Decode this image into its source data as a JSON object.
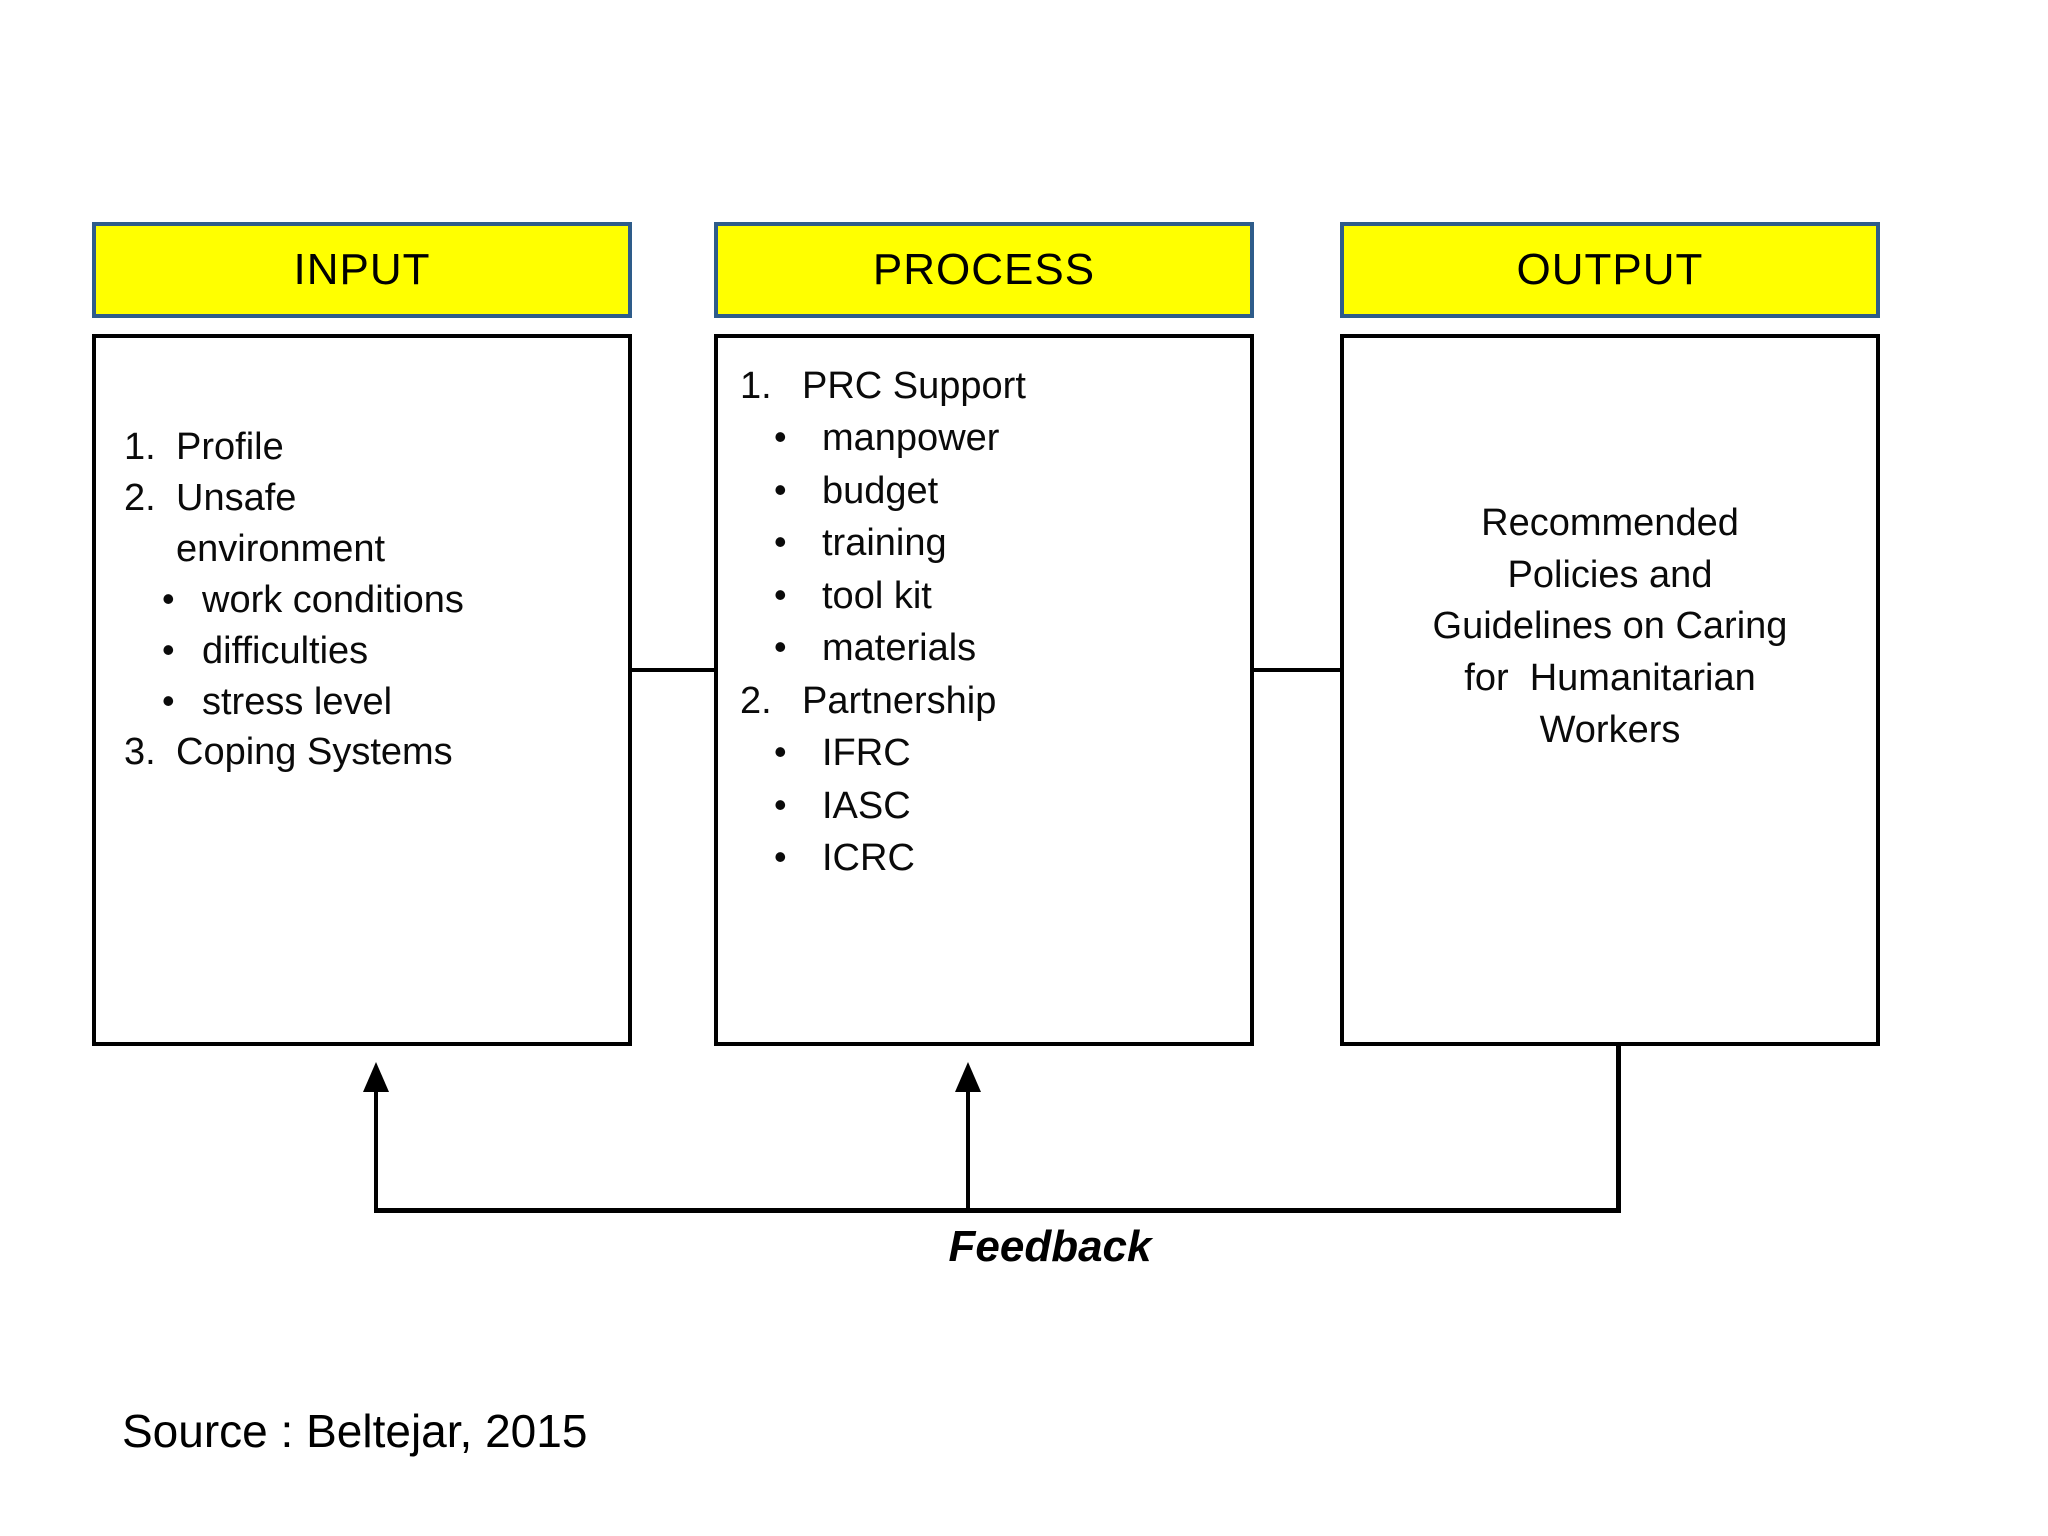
{
  "diagram": {
    "title_bar_color": "#FFFF00",
    "title_border_color": "#2E5C8A",
    "box_border_color": "#000000",
    "text_color": "#000000",
    "columns": [
      {
        "id": "input",
        "header": "INPUT",
        "items": [
          {
            "level": "num",
            "marker": "1.",
            "text": "Profile"
          },
          {
            "level": "num",
            "marker": "2.",
            "text": "Unsafe"
          },
          {
            "level": "cont",
            "marker": "",
            "text": "environment"
          },
          {
            "level": "bul",
            "marker": "•",
            "text": "work conditions"
          },
          {
            "level": "bul",
            "marker": "•",
            "text": "difficulties"
          },
          {
            "level": "bul",
            "marker": "•",
            "text": "stress level"
          },
          {
            "level": "num",
            "marker": "3.",
            "text": "Coping Systems"
          }
        ]
      },
      {
        "id": "process",
        "header": "PROCESS",
        "items": [
          {
            "level": "num",
            "marker": "1.",
            "text": "PRC Support"
          },
          {
            "level": "bul",
            "marker": "•",
            "text": "manpower"
          },
          {
            "level": "bul",
            "marker": "•",
            "text": "budget"
          },
          {
            "level": "bul",
            "marker": "•",
            "text": "training"
          },
          {
            "level": "bul",
            "marker": "•",
            "text": "tool kit"
          },
          {
            "level": "bul",
            "marker": "•",
            "text": "materials"
          },
          {
            "level": "num",
            "marker": "2.",
            "text": "Partnership"
          },
          {
            "level": "bul",
            "marker": "•",
            "text": "IFRC"
          },
          {
            "level": "bul",
            "marker": "•",
            "text": "IASC"
          },
          {
            "level": "bul",
            "marker": "•",
            "text": "ICRC"
          }
        ]
      },
      {
        "id": "output",
        "header": "OUTPUT",
        "lines": [
          "Recommended",
          "Policies and",
          "Guidelines on Caring",
          "for  Humanitarian",
          "Workers"
        ]
      }
    ],
    "feedback_label": "Feedback",
    "source": "Source : Beltejar, 2015"
  }
}
